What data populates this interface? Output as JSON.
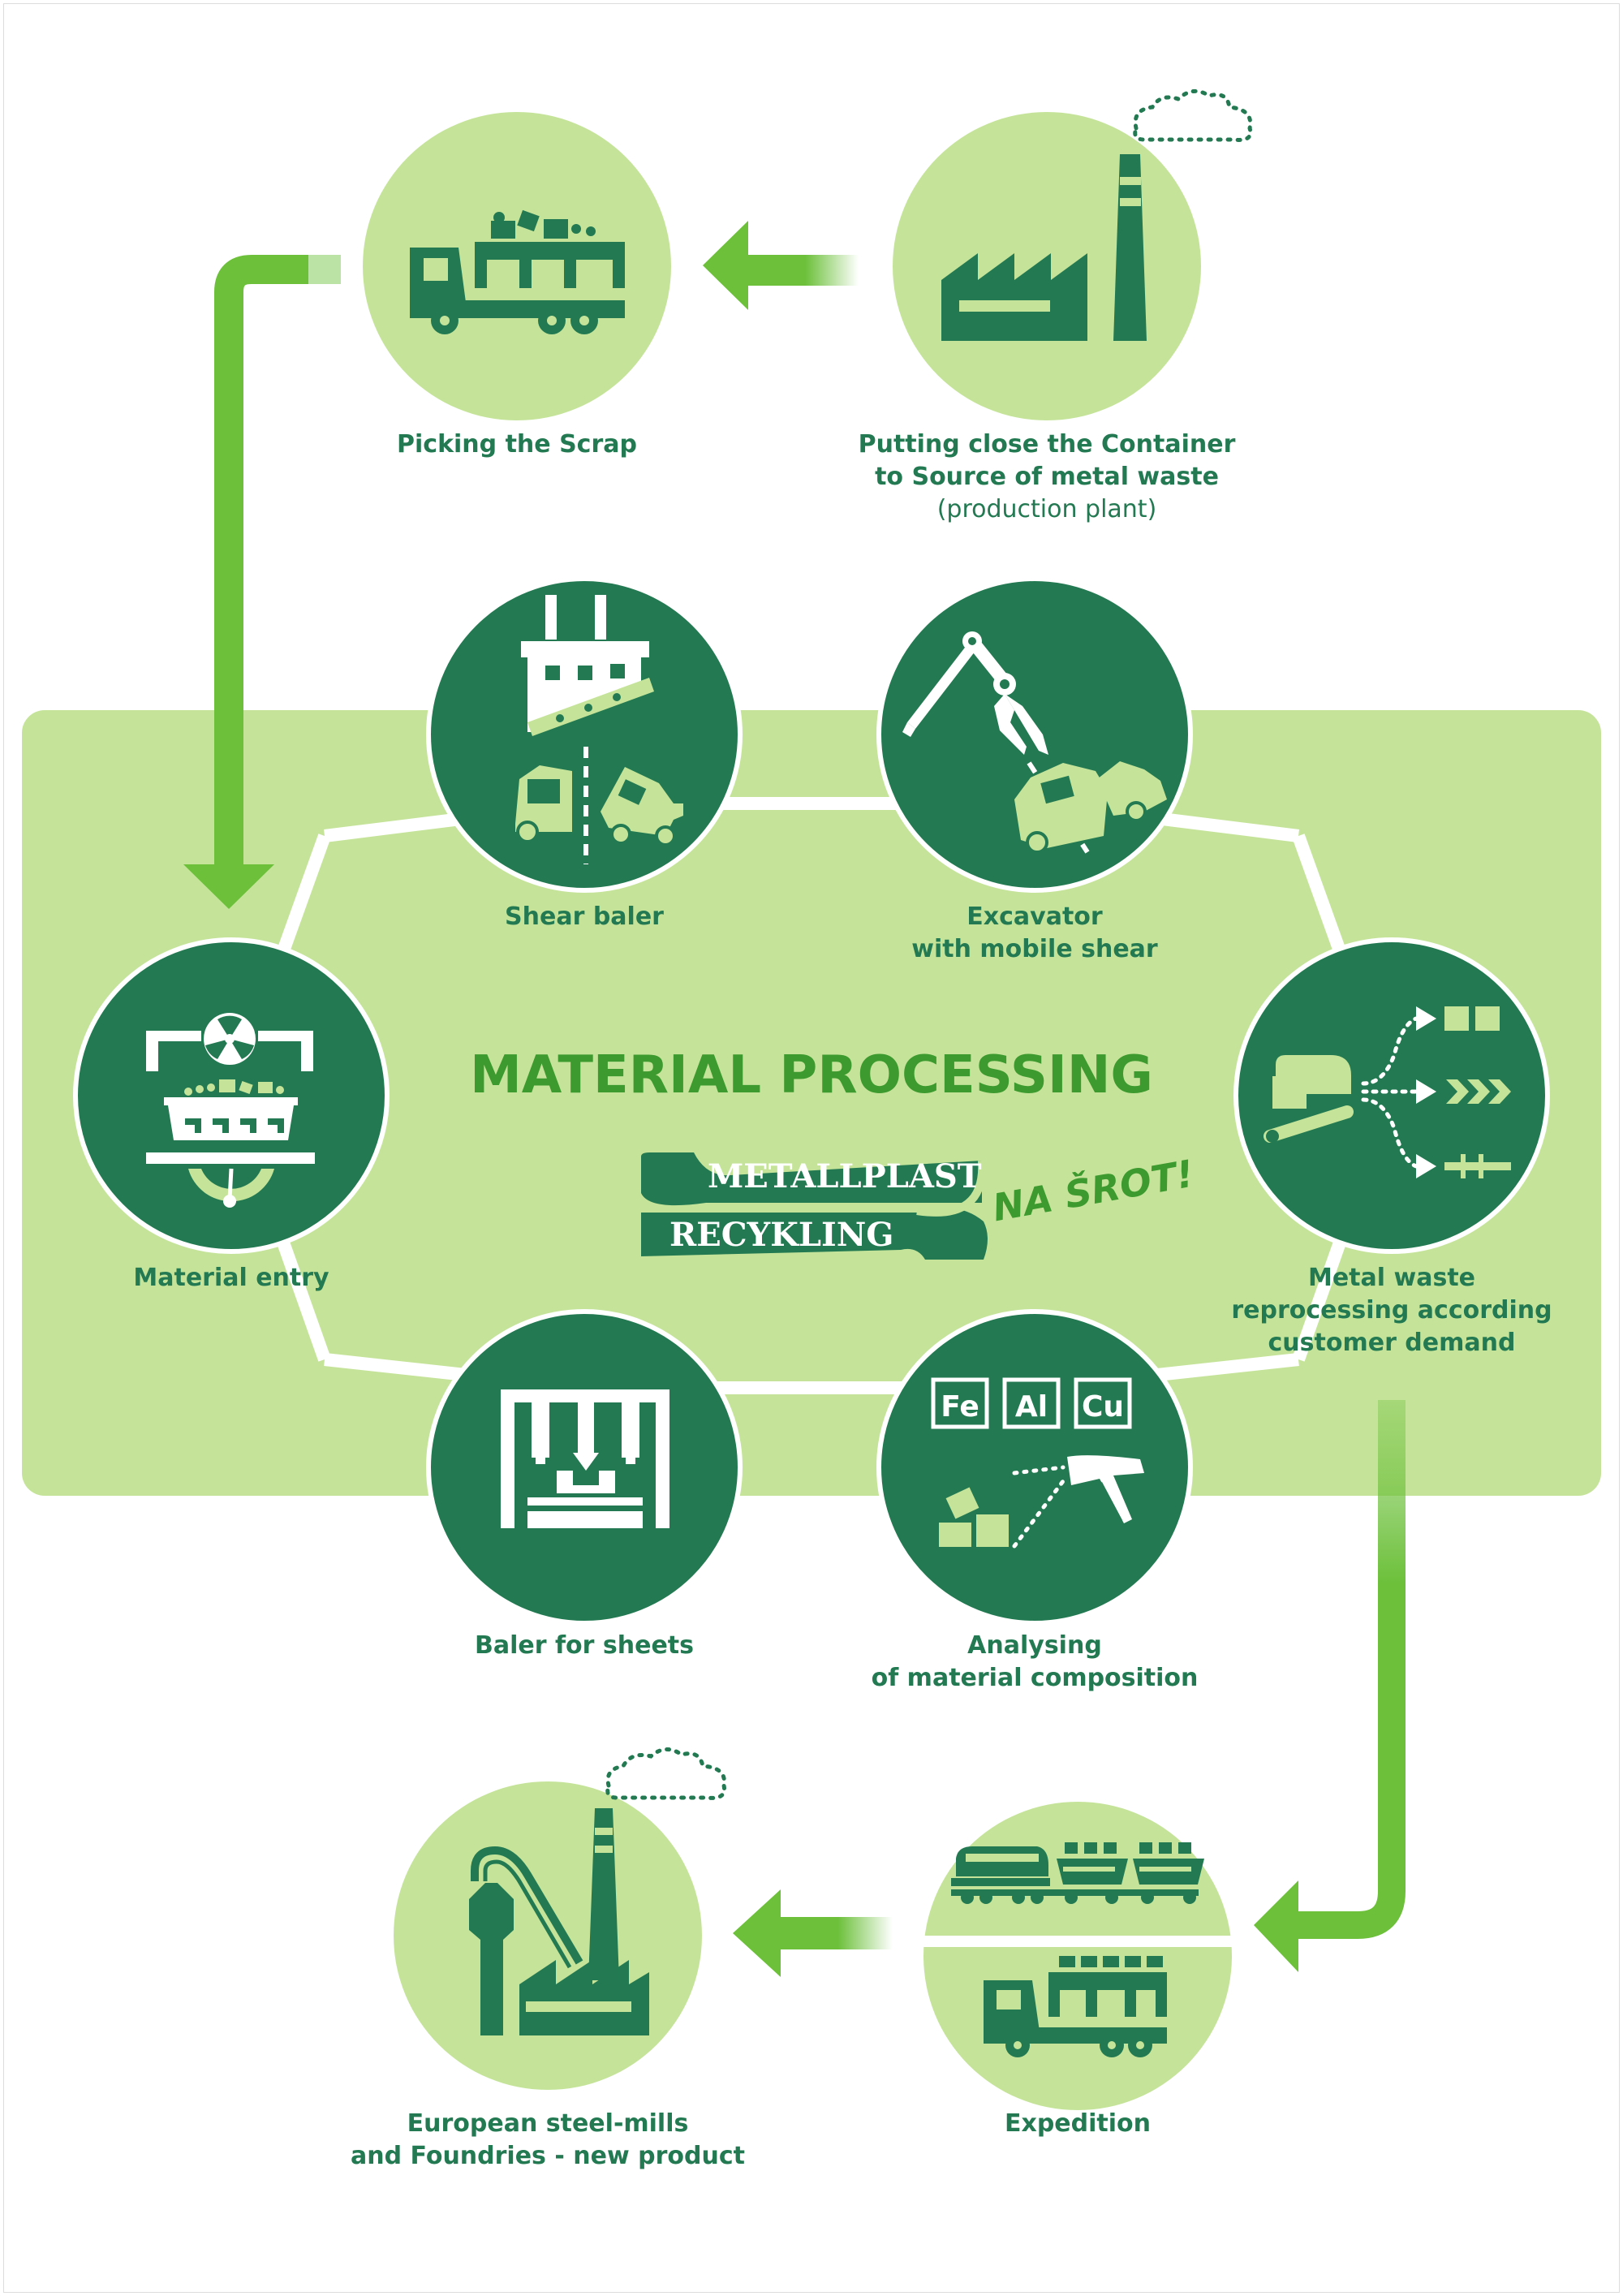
{
  "diagram_title": "MATERIAL PROCESSING",
  "logo": {
    "line1": "METALLPLAST",
    "line2": "RECYKLING",
    "slogan": "NA ŠROT!"
  },
  "steps": {
    "picking": {
      "label": "Picking the Scrap",
      "icon": "dump-truck-icon"
    },
    "container": {
      "line1": "Putting close the Container",
      "line2": "to Source of metal waste",
      "line3": "(production plant)",
      "icon": "factory-icon"
    },
    "shear_baler": {
      "label": "Shear baler",
      "icon": "shear-baler-icon"
    },
    "excavator": {
      "line1": "Excavator",
      "line2": "with mobile shear",
      "icon": "excavator-icon"
    },
    "material_entry": {
      "label": "Material entry",
      "icon": "weighbridge-icon"
    },
    "reprocessing": {
      "line1": "Metal waste",
      "line2": "reprocessing according",
      "line3": "customer demand",
      "icon": "sorting-icon"
    },
    "baler_sheets": {
      "label": "Baler for sheets",
      "icon": "press-icon"
    },
    "analysing": {
      "line1": "Analysing",
      "line2": "of material composition",
      "icon": "analyser-icon",
      "elements": [
        "Fe",
        "Al",
        "Cu"
      ]
    },
    "expedition": {
      "label": "Expedition",
      "icon": "train-truck-icon"
    },
    "steel_mills": {
      "line1": "European steel-mills",
      "line2": "and Foundries - new product",
      "icon": "steel-mill-icon"
    }
  },
  "colors": {
    "dark_green": "#237a52",
    "light_green": "#c5e49a",
    "arrow_green": "#6cc03a",
    "title_green": "#3d9a2e",
    "white": "#ffffff"
  }
}
